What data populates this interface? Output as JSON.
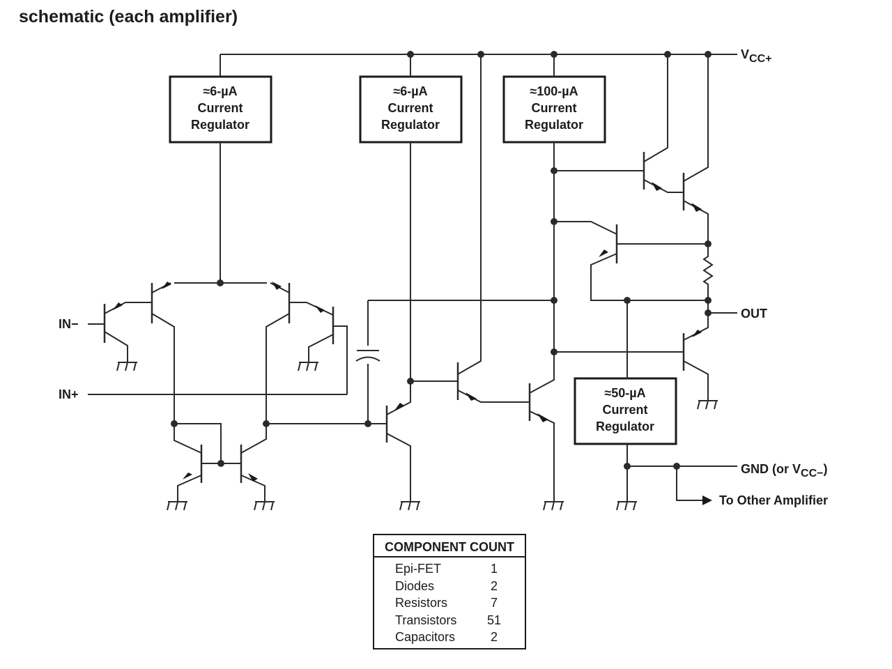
{
  "title": "schematic (each amplifier)",
  "regulators": [
    {
      "id": "reg1",
      "current": "≈6-µA",
      "line2": "Current",
      "line3": "Regulator"
    },
    {
      "id": "reg2",
      "current": "≈6-µA",
      "line2": "Current",
      "line3": "Regulator"
    },
    {
      "id": "reg3",
      "current": "≈100-µA",
      "line2": "Current",
      "line3": "Regulator"
    },
    {
      "id": "reg4",
      "current": "≈50-µA",
      "line2": "Current",
      "line3": "Regulator"
    }
  ],
  "terminals": {
    "vcc_plus": {
      "main": "V",
      "sub": "CC+"
    },
    "in_minus": "IN−",
    "in_plus": "IN+",
    "out": "OUT",
    "gnd": {
      "prefix": "GND (or V",
      "sub": "CC−",
      "suffix": ")"
    },
    "to_other": "To Other Amplifier"
  },
  "component_count": {
    "header": "COMPONENT COUNT",
    "rows": [
      {
        "name": "Epi-FET",
        "count": "1"
      },
      {
        "name": "Diodes",
        "count": "2"
      },
      {
        "name": "Resistors",
        "count": "7"
      },
      {
        "name": "Transistors",
        "count": "51"
      },
      {
        "name": "Capacitors",
        "count": "2"
      }
    ]
  }
}
